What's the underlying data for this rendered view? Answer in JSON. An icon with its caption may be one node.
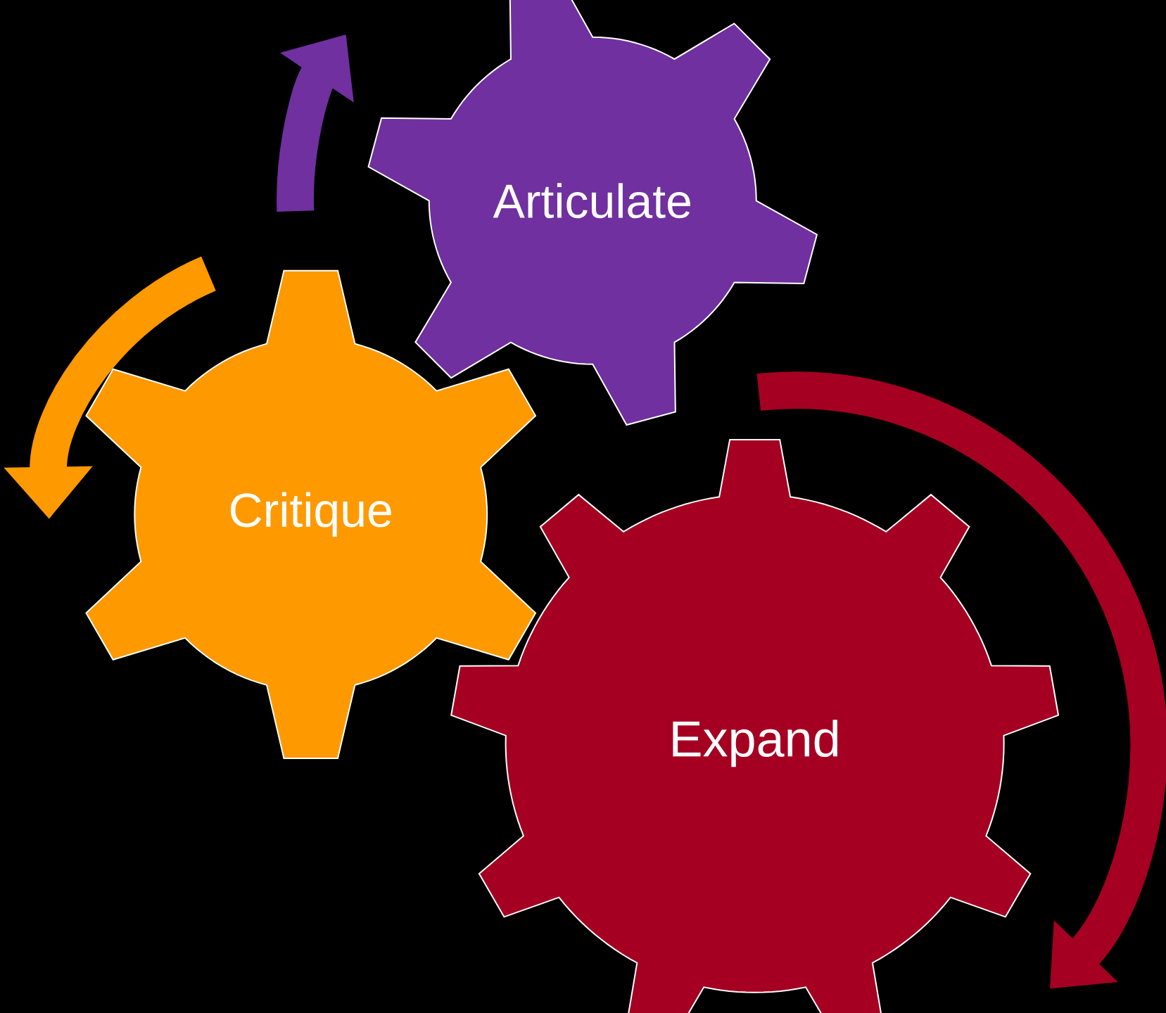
{
  "diagram": {
    "nodes": [
      {
        "text": [
          "Articulate"
        ]
      },
      {
        "text": [
          "Critique"
        ]
      },
      {
        "text": [
          "Expand"
        ]
      }
    ]
  }
}
